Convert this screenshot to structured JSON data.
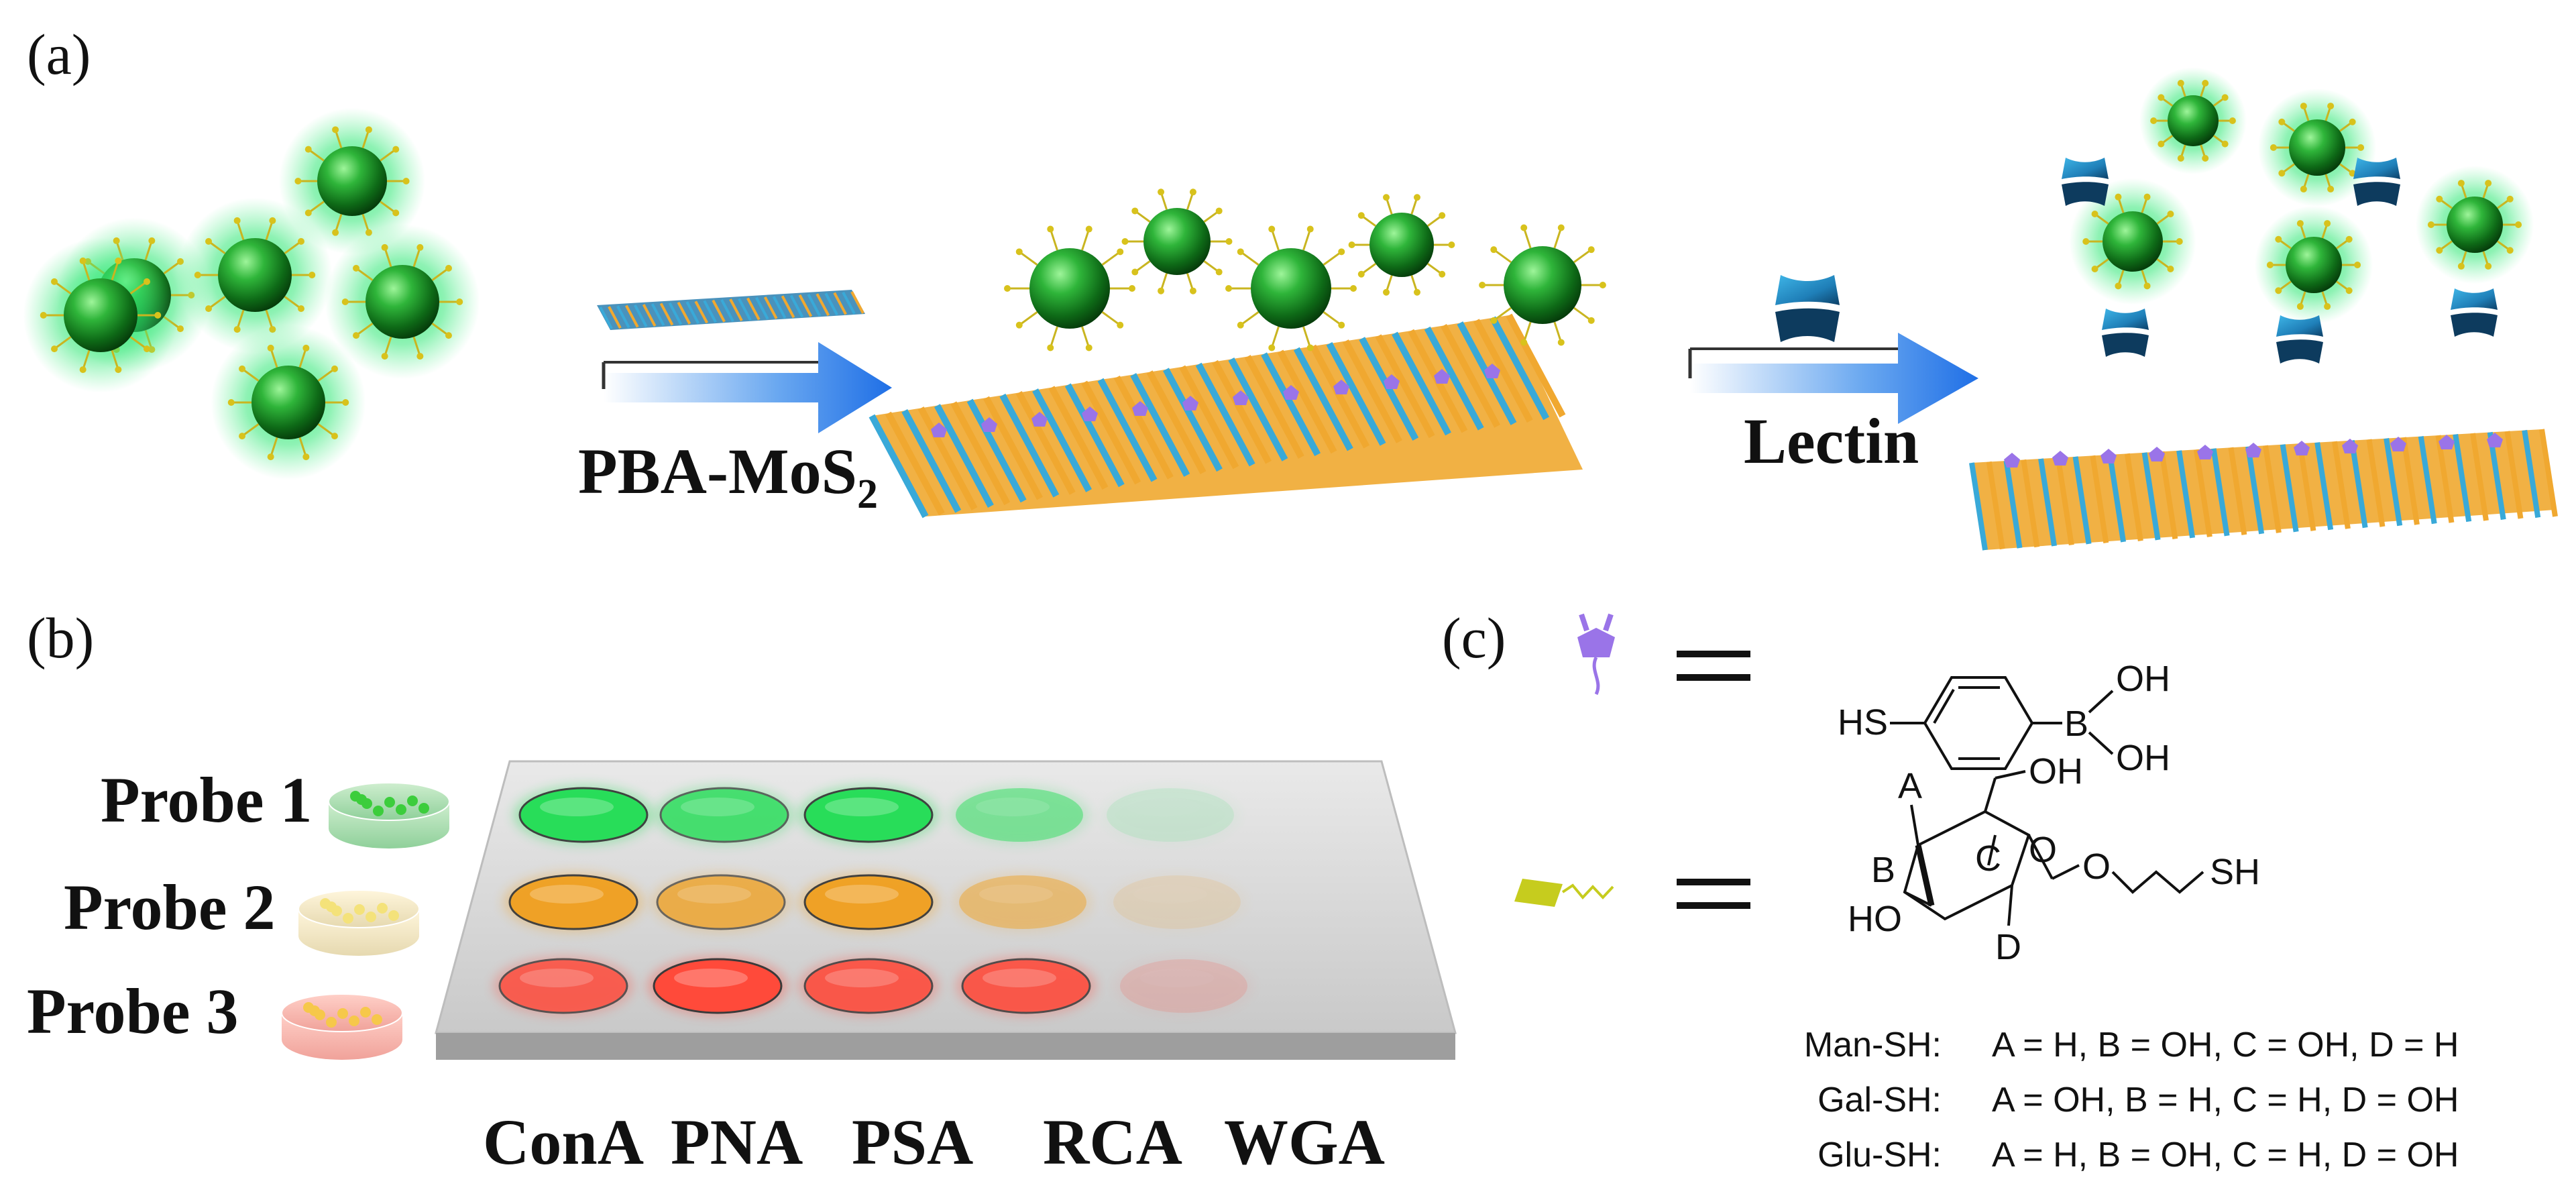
{
  "panels": {
    "a": {
      "label": "(a)",
      "arrow1_label_main": "PBA-MoS",
      "arrow1_label_sub": "2",
      "arrow2_label": "Lectin"
    },
    "b": {
      "label": "(b)",
      "probes": [
        "Probe 1",
        "Probe 2",
        "Probe 3"
      ],
      "lectins": [
        "ConA",
        "PNA",
        "PSA",
        "RCA",
        "WGA"
      ],
      "colors": {
        "probe1": "#22dd55",
        "probe2": "#f0a020",
        "probe3": "#ff4a3a"
      },
      "intensity": [
        [
          0.95,
          0.75,
          0.95,
          0.45,
          0.1
        ],
        [
          0.95,
          0.7,
          0.95,
          0.45,
          0.12
        ],
        [
          0.8,
          1.0,
          0.85,
          0.85,
          0.15
        ]
      ]
    },
    "c": {
      "label": "(c)",
      "pba_atoms": {
        "hs": "HS",
        "b": "B",
        "oh1": "OH",
        "oh2": "OH"
      },
      "sugar_atoms": {
        "a": "A",
        "b": "B",
        "c": "C",
        "d": "D",
        "oh": "OH",
        "ho": "HO",
        "o_ring": "O",
        "o_link": "O",
        "sh": "SH"
      },
      "definitions": [
        {
          "name": "Man-SH:",
          "value": "A = H, B = OH, C = OH, D = H"
        },
        {
          "name": "Gal-SH:",
          "value": "A = OH, B = H, C = H, D = OH"
        },
        {
          "name": "Glu-SH:",
          "value": "A = H, B = OH, C = H, D = OH"
        }
      ]
    }
  }
}
